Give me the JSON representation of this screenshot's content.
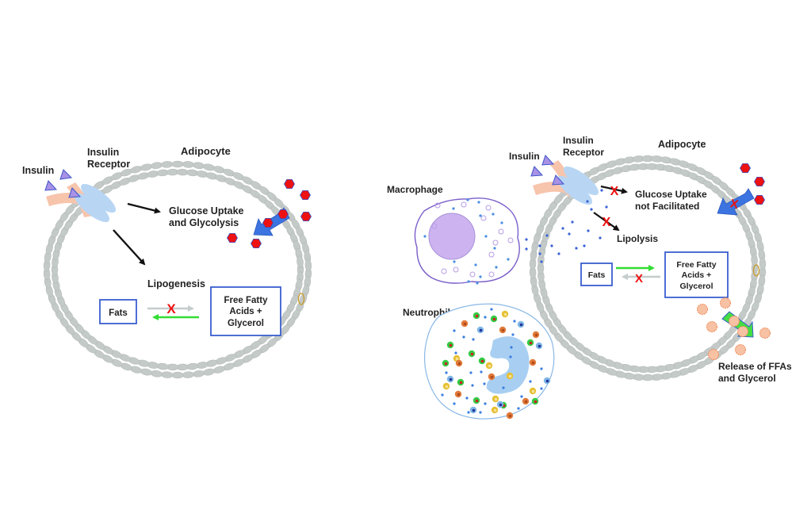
{
  "colors": {
    "membrane": "#c4cac8",
    "membrane_stroke": "#a9b1ae",
    "insulin": "#a892e6",
    "insulin_stroke": "#3e55c9",
    "receptor_arm": "#f7c4ac",
    "receptor_disc": "#b8d6f4",
    "glucose": "#ee1111",
    "glucose_stroke": "#3b4fc4",
    "transporter": "#3b74e0",
    "box_border": "#3a5ecf",
    "arrow_green": "#33dd33",
    "arrow_gray": "#c4cccc",
    "cross": "#ee1111",
    "ffa": "#f7c1a4",
    "ffa_stroke": "#f08a55",
    "release_channel": "#44dd44",
    "macrophage_outline": "#7a5ec9",
    "macrophage_nucleus": "#cdb4f0",
    "cytokine_dot": "#3a62d6",
    "neutrophil_outline": "#8ab8e6",
    "neutrophil_nucleus": "#a8cff2"
  },
  "left_panel": {
    "cell_label": "Adipocyte",
    "insulin_label": "Insulin",
    "receptor_label_line1": "Insulin",
    "receptor_label_line2": "Receptor",
    "glucose_label_line1": "Glucose Uptake",
    "glucose_label_line2": "and Glycolysis",
    "lipogenesis_label": "Lipogenesis",
    "fats_box": "Fats",
    "ffa_box_line1": "Free Fatty",
    "ffa_box_line2": "Acids +",
    "ffa_box_line3": "Glycerol",
    "cross_mark": "X"
  },
  "right_panel": {
    "cell_label": "Adipocyte",
    "insulin_label": "Insulin",
    "receptor_label_line1": "Insulin",
    "receptor_label_line2": "Receptor",
    "glucose_label_line1": "Glucose Uptake",
    "glucose_label_line2": "not Facilitated",
    "lipolysis_label": "Lipolysis",
    "fats_box": "Fats",
    "ffa_box_line1": "Free Fatty",
    "ffa_box_line2": "Acids +",
    "ffa_box_line3": "Glycerol",
    "release_label_line1": "Release of FFAs",
    "release_label_line2": "and Glycerol",
    "macrophage_label": "Macrophage",
    "neutrophil_label": "Neutrophil",
    "cross_mark": "X"
  }
}
